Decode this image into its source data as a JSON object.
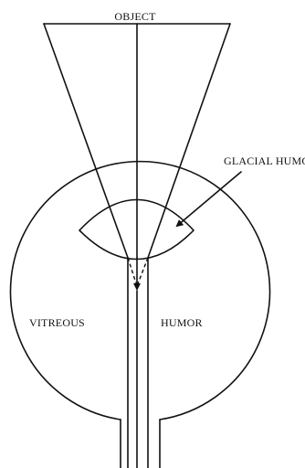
{
  "labels": {
    "object": "OBJECT",
    "glacial_humor": "GLACIAL HUMOR",
    "vitreous": "VITREOUS",
    "humor": "HUMOR"
  }
}
